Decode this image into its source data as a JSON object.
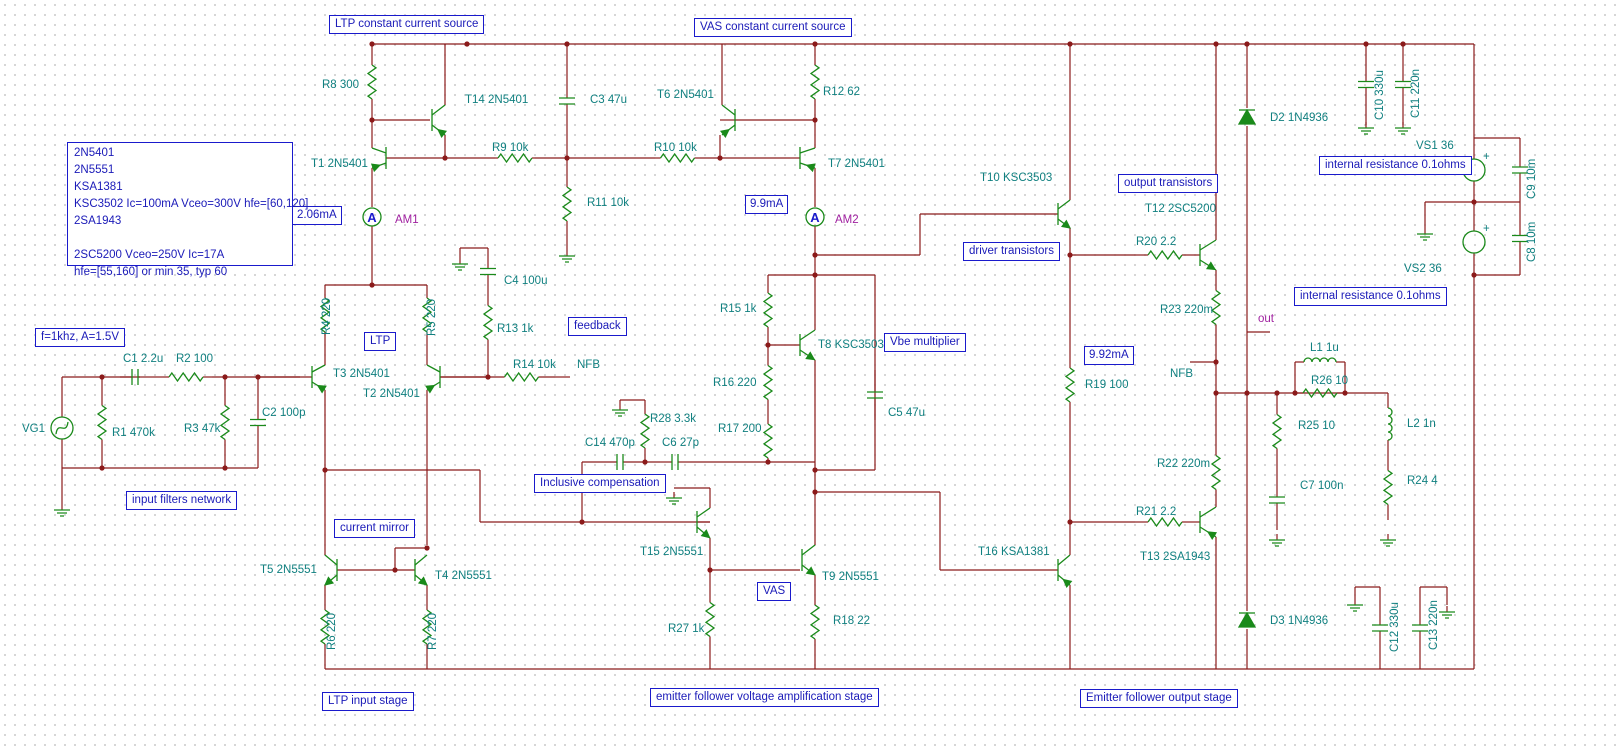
{
  "blocks": {
    "ltp_ccs": "LTP constant current source",
    "vas_ccs": "VAS constant current source",
    "ltp": "LTP",
    "feedback": "feedback",
    "vbe": "Vbe multiplier",
    "driver": "driver transistors",
    "output": "output transistors",
    "current_mirror": "current mirror",
    "inclusive": "Inclusive compensation",
    "vas": "VAS",
    "input_filters": "input filters network",
    "ltp_input": "LTP input stage",
    "ef_vas": "emitter follower voltage amplification stage",
    "ef_output": "Emitter follower output stage",
    "gen": "f=1khz, A=1.5V",
    "int_res1": "internal resistance 0.1ohms",
    "int_res2": "internal resistance 0.1ohms"
  },
  "meters": {
    "am1": "2.06mA",
    "am2": "9.9mA",
    "i3": "9.92mA"
  },
  "info": [
    "2N5401",
    "2N5551",
    "KSA1381",
    "KSC3502 Ic=100mA Vceo=300V hfe=[60,120]",
    "2SA1943",
    "",
    "2SC5200 Vceo=250V Ic=17A",
    "hfe=[55,160] or min 35, typ 60"
  ],
  "labels": {
    "R8": "R8 300",
    "T14": "T14 2N5401",
    "C3": "C3 47u",
    "T6": "T6 2N5401",
    "R12": "R12 62",
    "T1": "T1 2N5401",
    "R9": "R9 10k",
    "R10": "R10 10k",
    "T7": "T7 2N5401",
    "R11": "R11 10k",
    "AM1": "AM1",
    "AM2": "AM2",
    "R4": "R4 220",
    "R5": "R5 220",
    "C4": "C4 100u",
    "R13": "R13 1k",
    "C1": "C1 2.2u",
    "R2": "R2 100",
    "T3": "T3 2N5401",
    "T2": "T2 2N5401",
    "R14": "R14 10k",
    "NFB1": "NFB",
    "VG1": "VG1",
    "R1": "R1 470k",
    "R3": "R3 47k",
    "C2": "C2 100p",
    "R15": "R15 1k",
    "T8": "T8 KSC3503",
    "R16": "R16 220",
    "R17": "R17 200",
    "C5": "C5 47u",
    "R28": "R28 3.3k",
    "C14": "C14 470p",
    "C6": "C6 27p",
    "T15": "T15 2N5551",
    "T9": "T9 2N5551",
    "R27": "R27 1k",
    "R18": "R18 22",
    "T5": "T5 2N5551",
    "T4": "T4 2N5551",
    "R6": "R6 220",
    "R7": "R7 220",
    "T10": "T10 KSC3503",
    "R20": "R20 2.2",
    "T12": "T12 2SC5200",
    "R23": "R23 220m",
    "NFB2": "NFB",
    "R19": "R19 100",
    "R22": "R22 220m",
    "R21": "R21 2.2",
    "T13": "T13 2SA1943",
    "T16": "T16 KSA1381",
    "D2": "D2 1N4936",
    "D3": "D3 1N4936",
    "out": "out",
    "L1": "L1 1u",
    "R26": "R26 10",
    "R25": "R25 10",
    "C7": "C7 100n",
    "L2": "L2 1n",
    "R24": "R24 4",
    "C10": "C10 330u",
    "C11": "C11 220n",
    "VS1": "VS1 36",
    "C9": "C9 10m",
    "VS2": "VS2 36",
    "C8": "C8 10m",
    "C12": "C12 330u",
    "C13": "C13 220n"
  },
  "meter_glyph": "A",
  "colors": {
    "wire": "#8b1a1a",
    "component": "#1a8a1a",
    "text": "#108080",
    "box": "#1a1acc"
  }
}
